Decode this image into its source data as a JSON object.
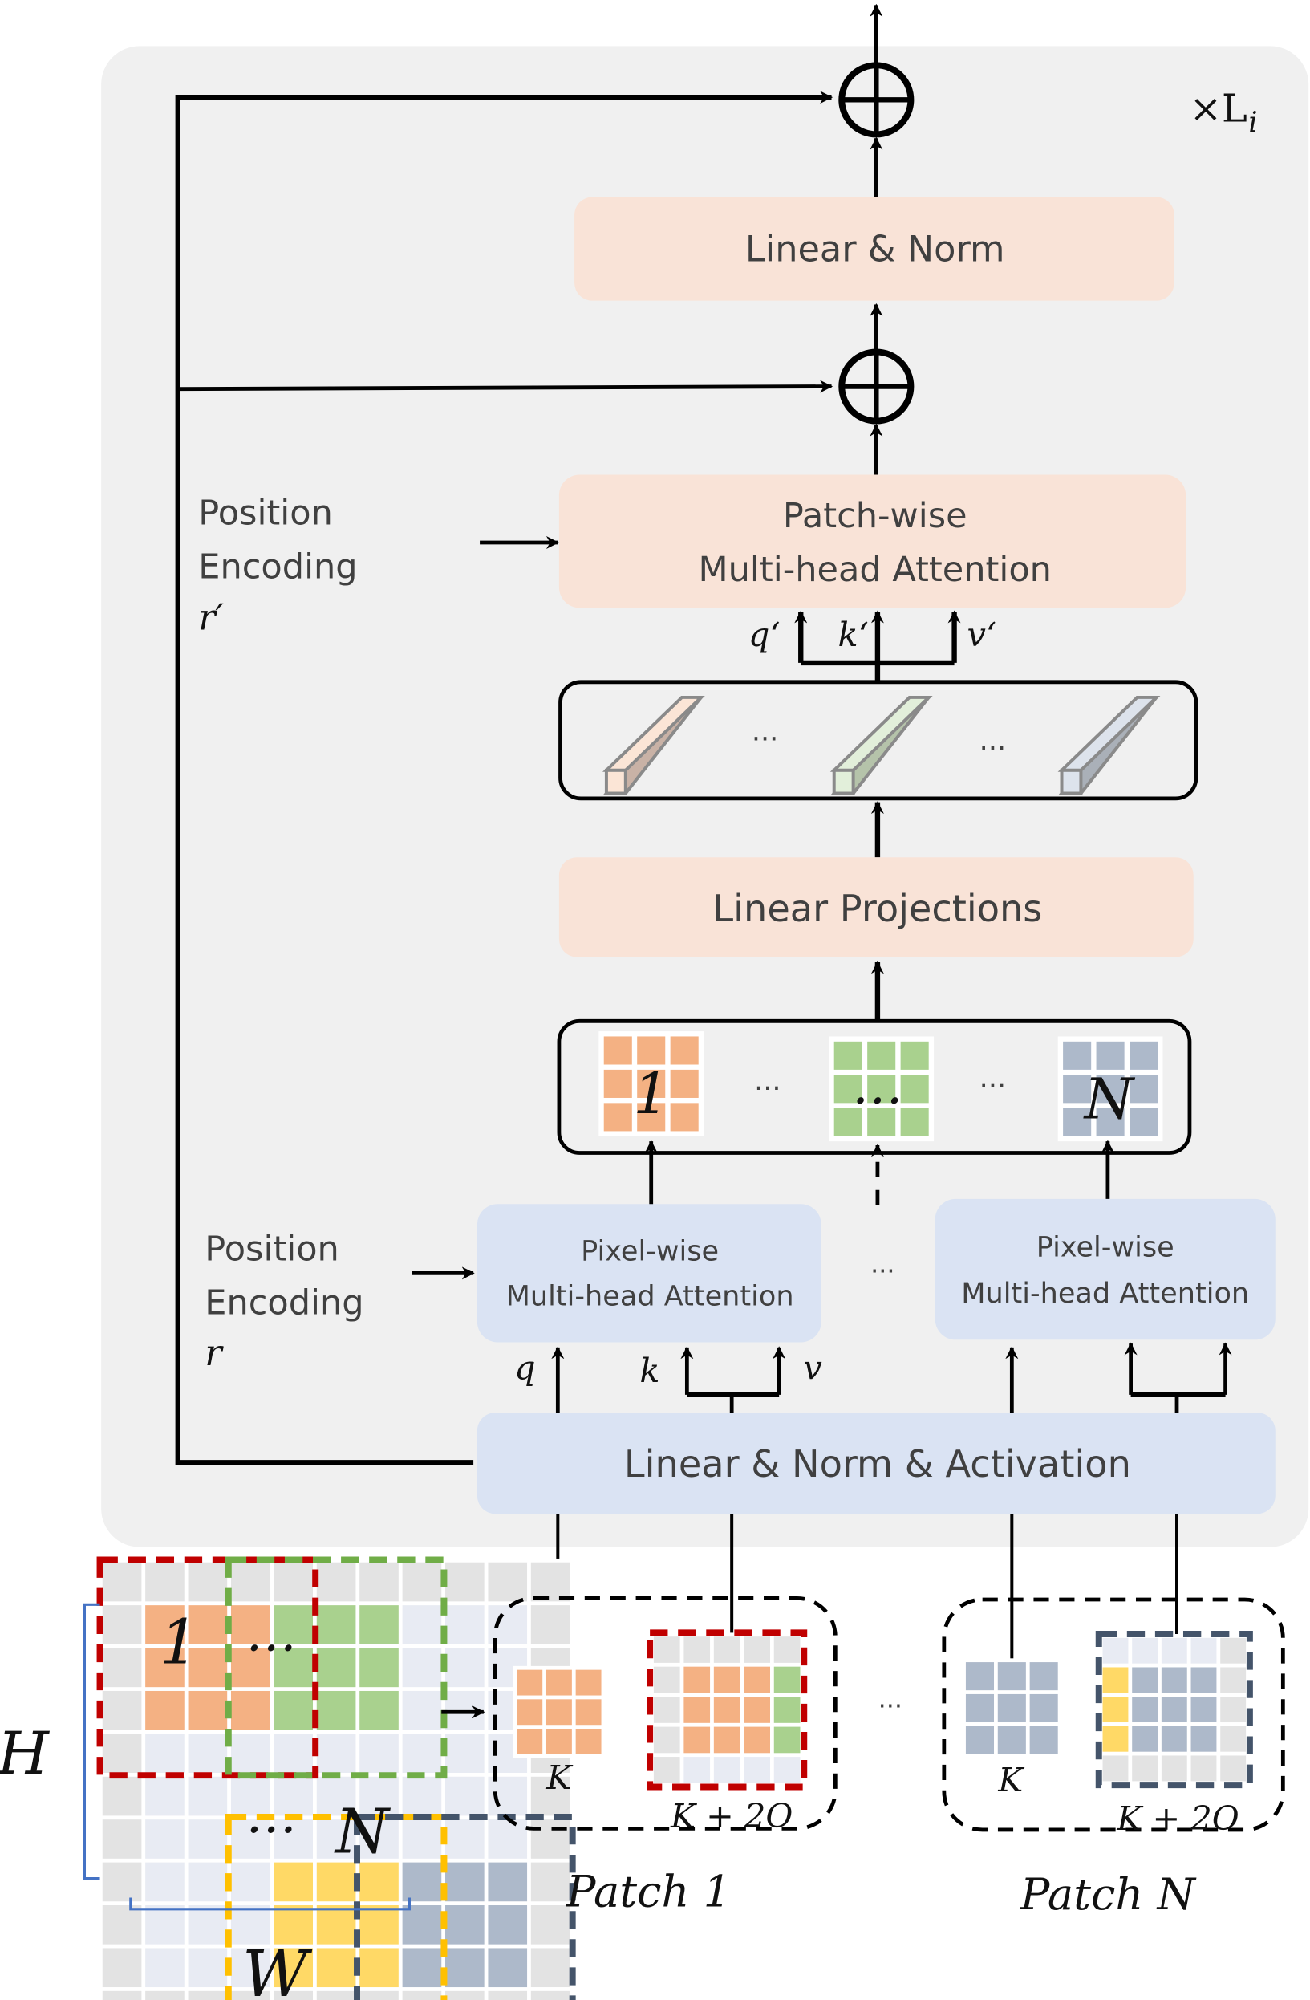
{
  "repeat_label": "×L",
  "repeat_sub": "i",
  "blocks": {
    "linear_norm": "Linear & Norm",
    "patch_attn_line1": "Patch-wise",
    "patch_attn_line2": "Multi-head Attention",
    "linear_proj": "Linear Projections",
    "pixel_attn_line1": "Pixel-wise",
    "pixel_attn_line2": "Multi-head Attention",
    "linear_norm_act": "Linear & Norm & Activation"
  },
  "position_encoding_top": {
    "line1": "Position",
    "line2": "Encoding",
    "symbol": "r′"
  },
  "position_encoding_bottom": {
    "line1": "Position",
    "line2": "Encoding",
    "symbol": "r"
  },
  "qkv_prime": {
    "q": "q‘",
    "k": "k‘",
    "v": "v‘"
  },
  "qkv": {
    "q": "q",
    "k": "k",
    "v": "v"
  },
  "ellipsis": "···",
  "patch_tokens": {
    "first": "1",
    "middle": "…",
    "last": "N"
  },
  "input_grid": {
    "first_label": "1",
    "middle_label": "…",
    "middle_label_2": "…",
    "last_label": "N",
    "height_label": "H",
    "width_label": "W"
  },
  "patches": [
    {
      "title": "Patch 1",
      "inner_label": "K",
      "outer_label": "K + 2O"
    },
    {
      "title": "Patch N",
      "inner_label": "K",
      "outer_label": "K + 2O"
    }
  ],
  "colors": {
    "panel": "#f0f0f0",
    "orange_block": "#f9e3d7",
    "blue_block": "#dae3f3",
    "orange": "#f4b183",
    "green": "#a9d18e",
    "slate": "#adb9ca",
    "yellow": "#ffd966",
    "gray_cell": "#e3e3e3",
    "light_cell": "#e8ebf3",
    "red_dash": "#c00000",
    "green_dash": "#70ad47",
    "yellow_dash": "#ffc000",
    "slate_dash": "#44546a"
  }
}
